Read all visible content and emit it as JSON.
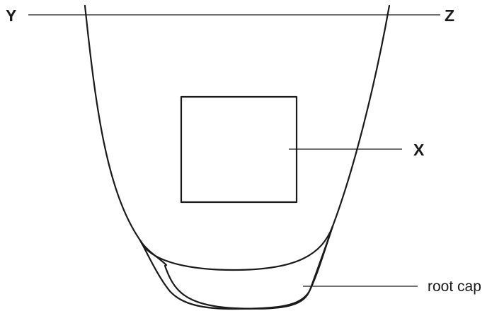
{
  "diagram": {
    "labels": {
      "y": "Y",
      "z": "Z",
      "x": "X",
      "root_cap": "root cap"
    }
  }
}
